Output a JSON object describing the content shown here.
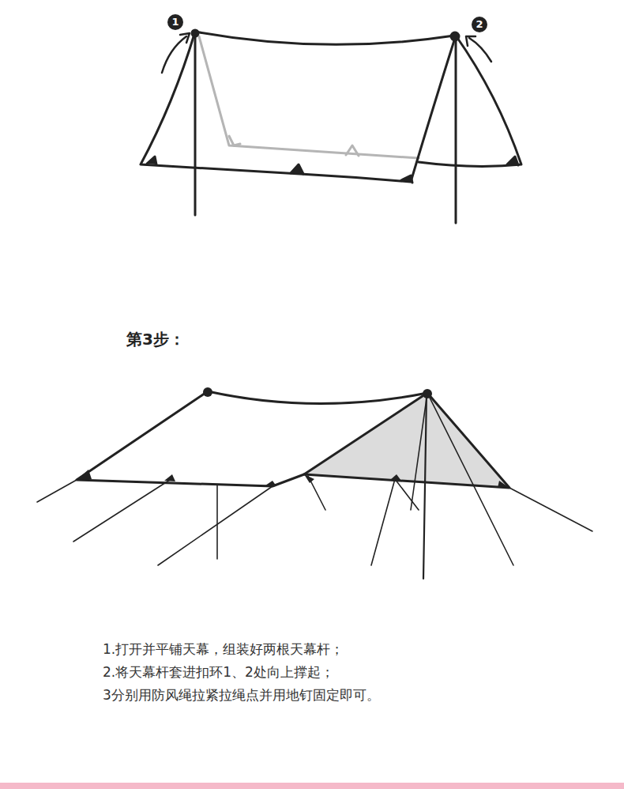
{
  "diagram": {
    "title": "第3步：",
    "labels": [
      "1",
      "2",
      "1.打开并平铺天幕，组装好两根天幕杆；",
      "2.将天幕杆套进扣环1、2处向上撑起；",
      "3分别用防风绳拉紧拉绳点并用地钉固定即可。"
    ]
  }
}
